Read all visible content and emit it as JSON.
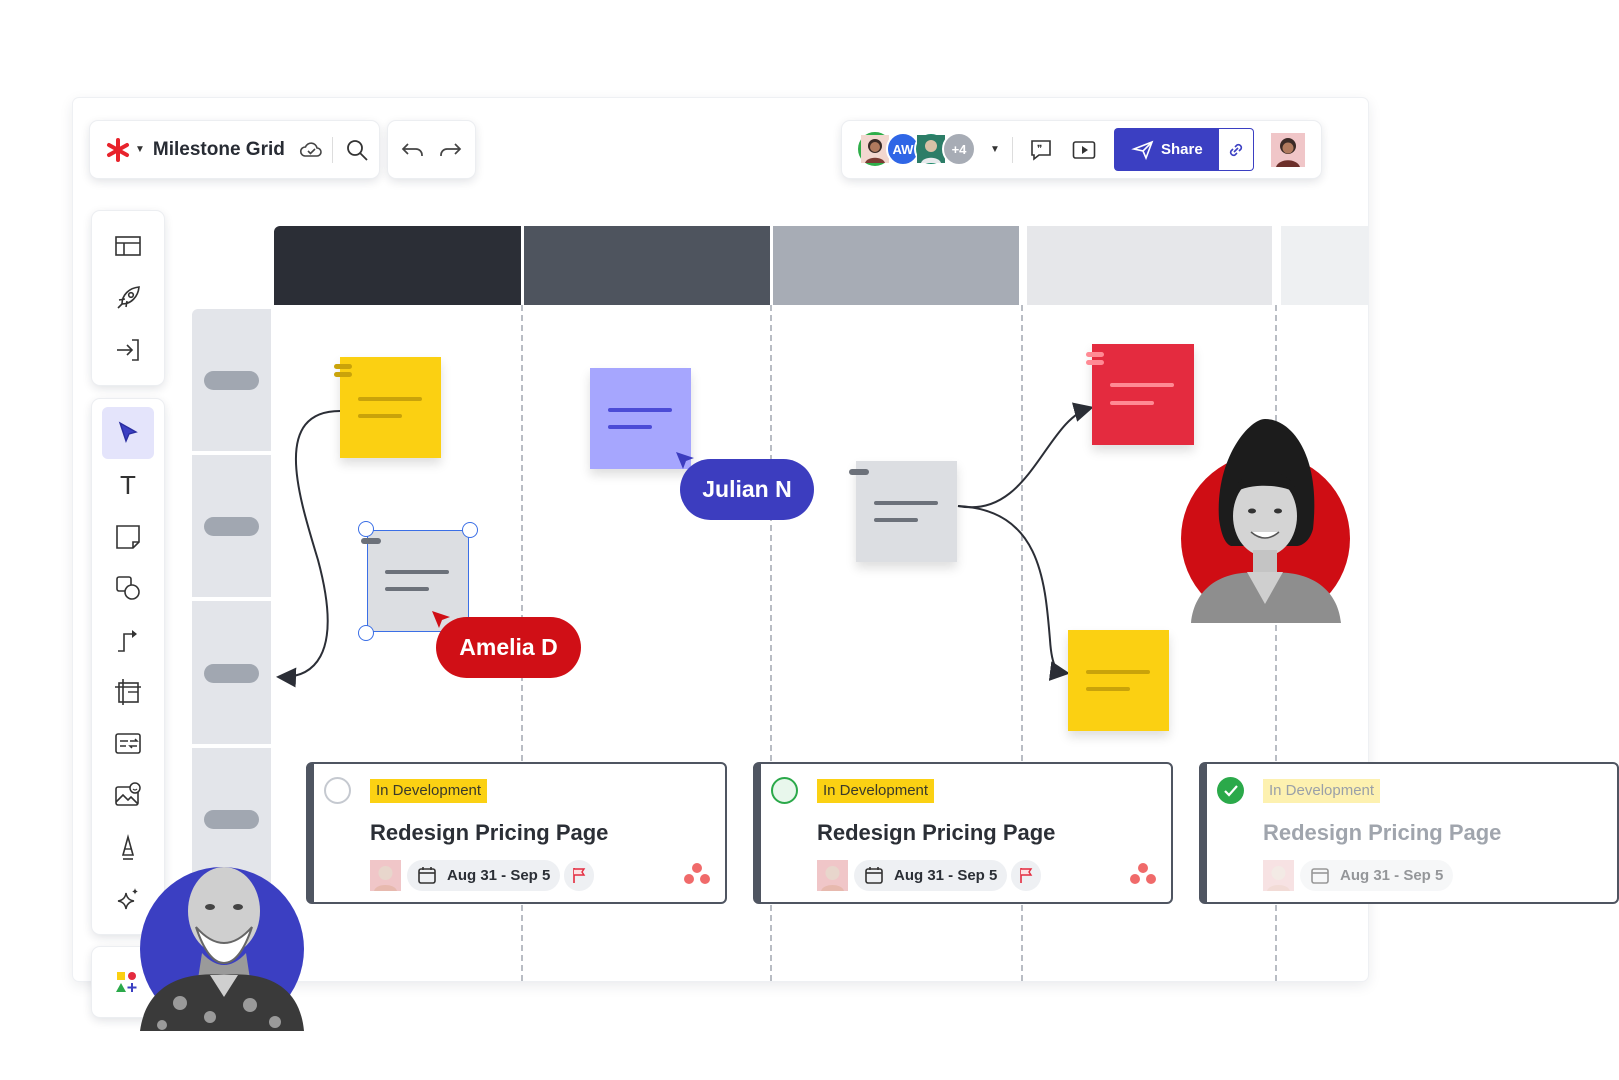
{
  "app": {
    "title": "Milestone Grid",
    "logo_icon": "asterisk-logo-icon",
    "accent": "#e8232c"
  },
  "toolbar": {
    "collab_count": "+4",
    "collaborator_initials": "AW",
    "share_label": "Share"
  },
  "board": {
    "column_colors": [
      "#2b2e36",
      "#4e545e",
      "#a7acb5",
      "#e6e7ea",
      "#eef0f2"
    ],
    "cursors": [
      {
        "name": "Julian N",
        "color": "#3c3dbf"
      },
      {
        "name": "Amelia D",
        "color": "#d00f16"
      }
    ],
    "note_colors": {
      "yellow": "#fbd012",
      "purple": "#a6a6fe",
      "gray": "#dcdee2",
      "red": "#e42b3f"
    }
  },
  "cards": [
    {
      "status": "In Development",
      "title": "Redesign Pricing Page",
      "dates": "Aug 31 - Sep 5",
      "state": "open"
    },
    {
      "status": "In Development",
      "title": "Redesign Pricing Page",
      "dates": "Aug 31 - Sep 5",
      "state": "in-progress"
    },
    {
      "status": "In Development",
      "title": "Redesign Pricing Page",
      "dates": "Aug 31 - Sep 5",
      "state": "done"
    }
  ]
}
